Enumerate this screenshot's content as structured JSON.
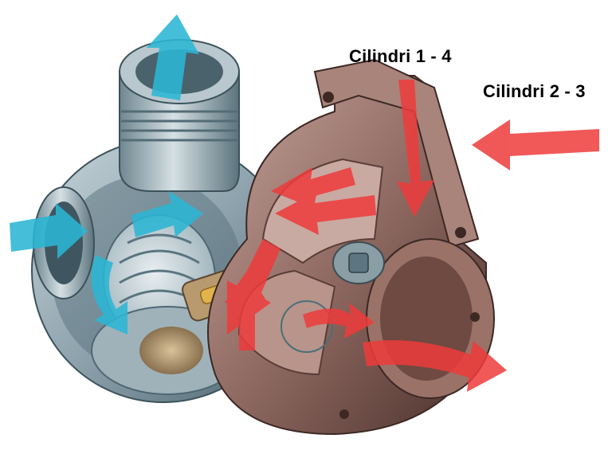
{
  "labels": {
    "cylinders_1_4": "Cilindri 1 - 4",
    "cylinders_2_3": "Cilindri 2 - 3"
  },
  "colors": {
    "intake_flow": "#2bb6d4",
    "exhaust_flow": "#ee3b3b",
    "compressor_housing": "#8aa2ad",
    "turbine_housing": "#8f6a62",
    "label_text": "#000000"
  },
  "icons": [
    "turbocharger-cutaway",
    "intake-air-arrow",
    "exhaust-gas-arrow"
  ]
}
